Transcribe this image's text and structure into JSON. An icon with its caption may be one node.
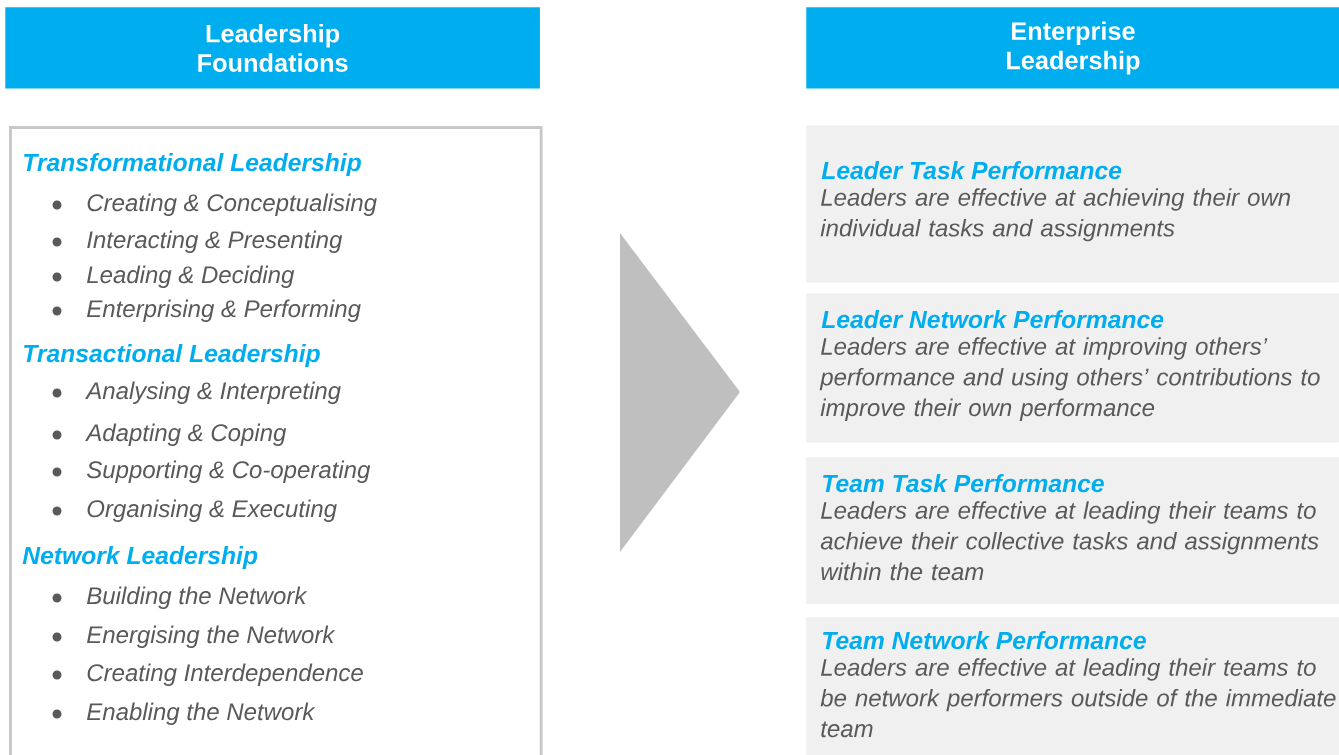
{
  "diagram": {
    "nodes": [
      {
        "text": [
          "Leadership Foundations"
        ]
      },
      {
        "text": [
          "Enterprise Leadership"
        ]
      },
      {
        "text": [
          "Transformational Leadership",
          "Creating & Conceptualising",
          "Interacting & Presenting",
          "Leading & Deciding",
          "Enterprising & Performing",
          "Transactional Leadership",
          "Analysing & Interpreting",
          "Adapting & Coping",
          "Supporting & Co-operating",
          "Organising & Executing",
          "Network Leadership",
          "Building the Network",
          "Energising the Network",
          "Creating Interdependence",
          "Enabling the Network"
        ]
      },
      {
        "text": [],
        "shape": "chevron"
      },
      {
        "text": [
          "Leader Task Performance",
          "Leaders are effective at achieving their own individual tasks and assignments"
        ]
      },
      {
        "text": [
          "Leader Network Performance",
          "Leaders are effective at improving others’ performance and using others’ contributions to improve their own performance"
        ]
      },
      {
        "text": [
          "Team Task Performance",
          "Leaders are effective at leading their teams to achieve their collective tasks and assignments within the team"
        ]
      },
      {
        "text": [
          "Team Network Performance",
          "Leaders are effective at leading their teams to be network performers outside of the immediate team"
        ]
      }
    ]
  }
}
